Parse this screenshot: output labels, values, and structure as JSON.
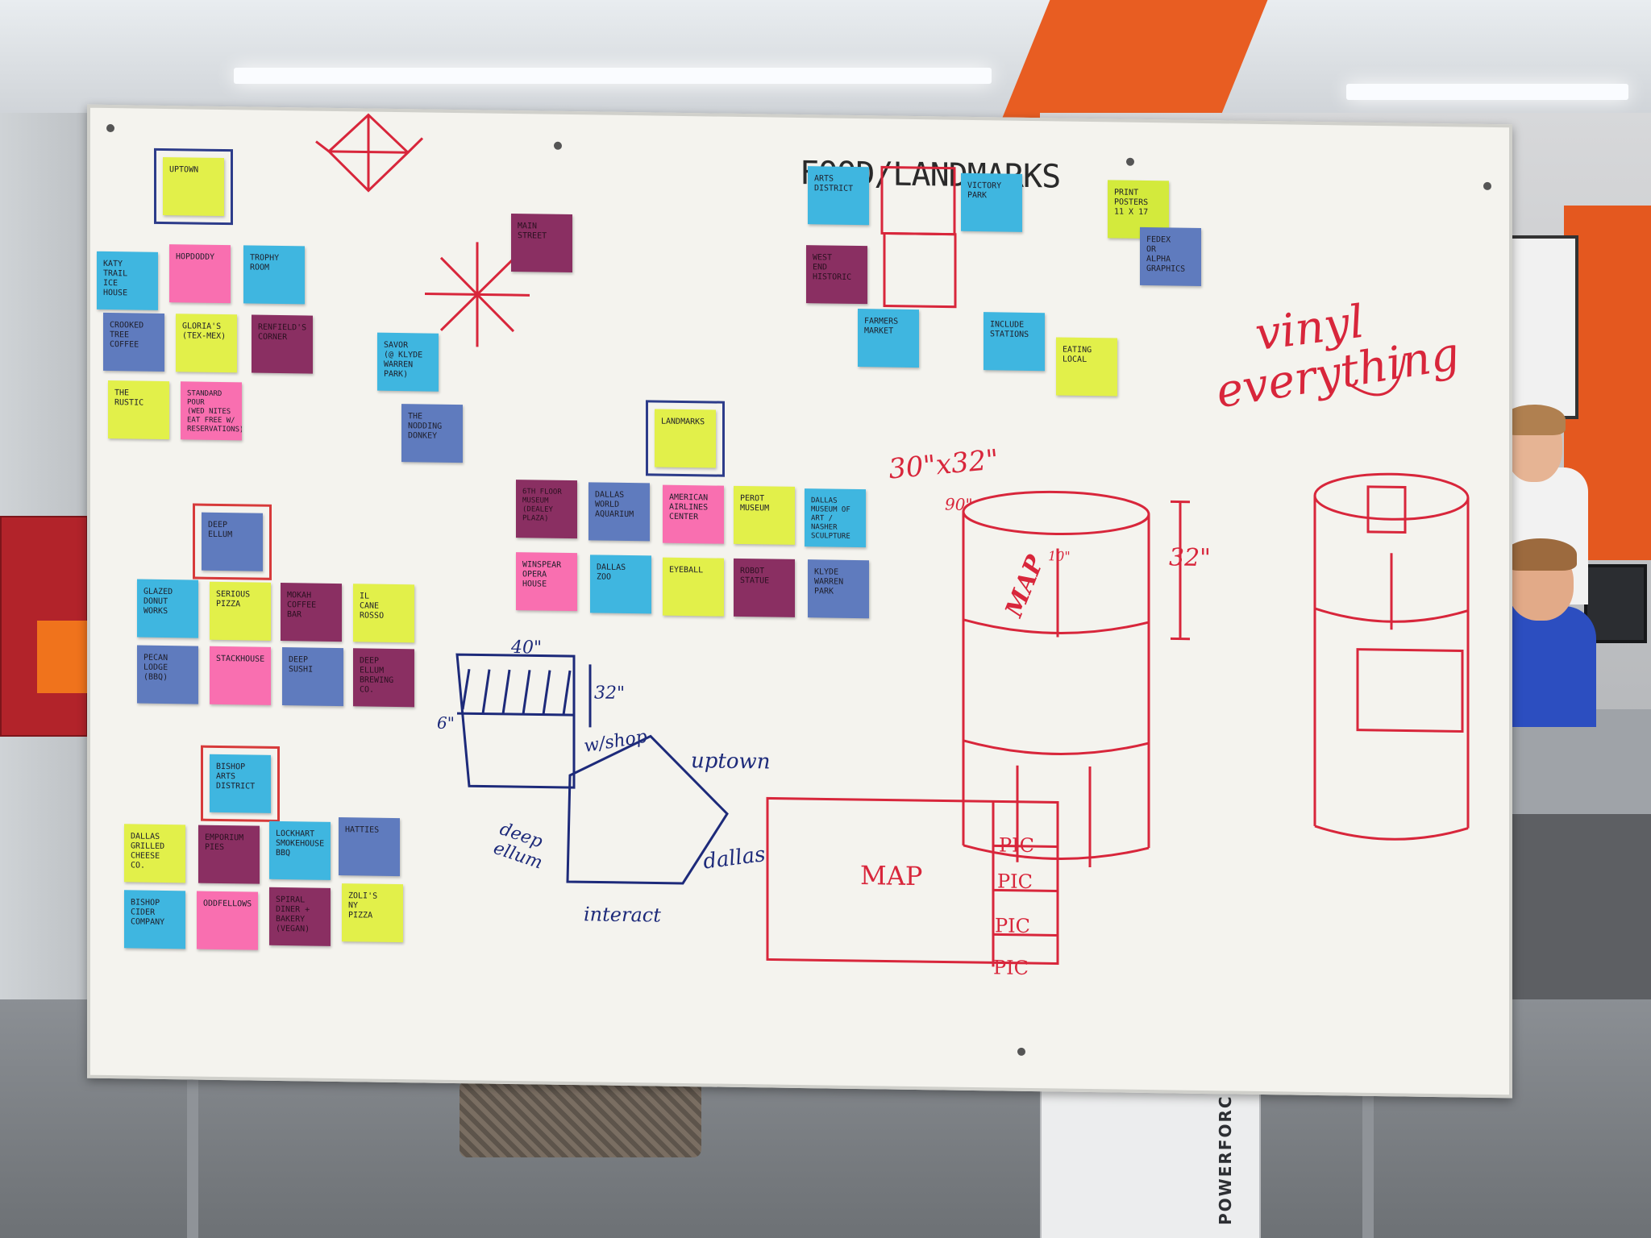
{
  "board": {
    "title": "FOOD/LANDMARKS",
    "vinyl_line1": "vinyl",
    "vinyl_line2": "everything",
    "dimensions_top": "30\"x32\"",
    "dim_90": "90\"",
    "dim_32_right": "32\"",
    "dim_10": "10\"",
    "dim_40": "40\"",
    "dim_32_left": "32\"",
    "dim_6": "6\"",
    "map_label": "MAP",
    "pic_labels": [
      "PIC",
      "PIC",
      "PIC",
      "PIC"
    ],
    "pentagon_labels": {
      "workshop": "w/shop",
      "uptown": "uptown",
      "deep_ellum": "deep ellum",
      "dallas": "dallas",
      "interact": "interact"
    },
    "cylinder_mark": "MAP"
  },
  "notes": {
    "uptown": "UPTOWN",
    "katy": "KATY\nTRAIL\nICE\nHOUSE",
    "hopdoddy": "HOPDODDY",
    "trophy": "TROPHY\nROOM",
    "crooked": "CROOKED\nTREE\nCOFFEE",
    "glorias": "GLORIA'S\n(TEX-MEX)",
    "renfield": "RENFIELD'S\nCORNER",
    "rustic": "THE\nRUSTIC",
    "standard": "STANDARD\nPOUR\n(WED NITES\nEAT FREE W/\nRESERVATIONS)",
    "main_street": "MAIN\nSTREET",
    "savor": "SAVOR\n(@ KLYDE\nWARREN\nPARK)",
    "nodding": "THE\nNODDING\nDONKEY",
    "deep_ellum": "DEEP\nELLUM",
    "glazed": "GLAZED\nDONUT\nWORKS",
    "serious": "SERIOUS\nPIZZA",
    "mokah": "MOKAH\nCOFFEE\nBAR",
    "il_cane": "IL\nCANE\nROSSO",
    "pecan": "PECAN\nLODGE\n(BBQ)",
    "stackhouse": "STACKHOUSE",
    "deep_sushi": "DEEP\nSUSHI",
    "deep_brewing": "DEEP\nELLUM\nBREWING\nCO.",
    "bishop": "BISHOP\nARTS\nDISTRICT",
    "grilled": "DALLAS\nGRILLED\nCHEESE\nCO.",
    "emporium": "EMPORIUM\nPIES",
    "lockhart": "LOCKHART\nSMOKEHOUSE\nBBQ",
    "hatties": "HATTIES",
    "cider": "BISHOP\nCIDER\nCOMPANY",
    "oddfellows": "ODDFELLOWS",
    "spiral": "SPIRAL\nDINER +\nBAKERY\n(VEGAN)",
    "zolis": "ZOLI'S\nNY\nPIZZA",
    "landmarks": "LANDMARKS",
    "sixth_floor": "6TH FLOOR\nMUSEUM\n(DEALEY\nPLAZA)",
    "aquarium": "DALLAS\nWORLD\nAQUARIUM",
    "aa_center": "AMERICAN\nAIRLINES\nCENTER",
    "perot": "PEROT\nMUSEUM",
    "dma": "DALLAS\nMUSEUM OF\nART /\nNASHER\nSCULPTURE",
    "winspear": "WINSPEAR\nOPERA\nHOUSE",
    "zoo": "DALLAS\nZOO",
    "eyeball": "EYEBALL",
    "robot": "ROBOT\nSTATUE",
    "klyde": "KLYDE\nWARREN\nPARK",
    "arts": "ARTS\nDISTRICT",
    "victory": "VICTORY\nPARK",
    "west_end": "WEST\nEND\nHISTORIC",
    "farmers": "FARMERS\nMARKET",
    "include": "INCLUDE\nSTATIONS",
    "eating": "EATING\nLOCAL",
    "print": "PRINT\nPOSTERS\n11 X 17",
    "fedex": "FEDEX\nOR\nALPHA\nGRAPHICS"
  },
  "background": {
    "vacuum_brand": "POWERFORCE"
  },
  "colors": {
    "blue_note": "#3fb6e0",
    "pink_note": "#f96fb0",
    "yellow_note": "#e2f04a",
    "purple_note": "#8a2f62",
    "slate_note": "#5f7bbe",
    "red_marker": "#d8263b",
    "blue_marker": "#1d2a7a"
  }
}
